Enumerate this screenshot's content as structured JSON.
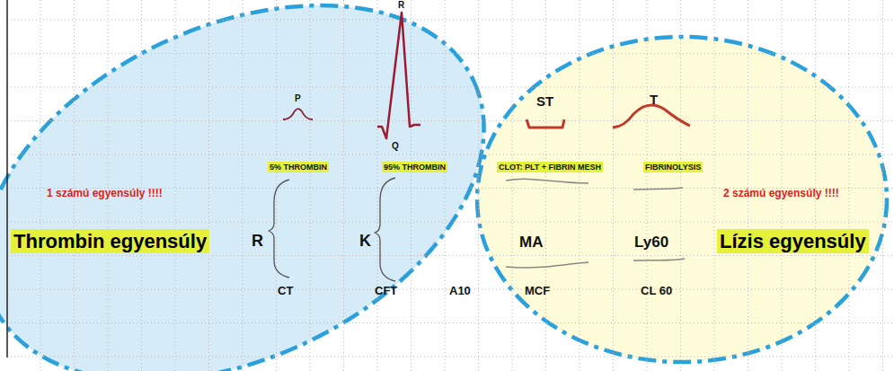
{
  "diagram": {
    "nodes": [
      {
        "text": [
          "1 számú egyensúly !!!!",
          "Thrombin egyensúly"
        ]
      },
      {
        "text": [
          "2 számú egyensúly !!!!",
          "Lízis egyensúly"
        ]
      }
    ],
    "labels": [
      "R",
      "P",
      "ST",
      "T",
      "Q",
      "5% THROMBIN",
      "95% THROMBIN",
      "CLOT: PLT + FIBRIN MESH",
      "FIBRINOLYSIS",
      "R",
      "K",
      "MA",
      "Ly60",
      "CT",
      "CFT",
      "A10",
      "MCF",
      "CL 60"
    ]
  }
}
